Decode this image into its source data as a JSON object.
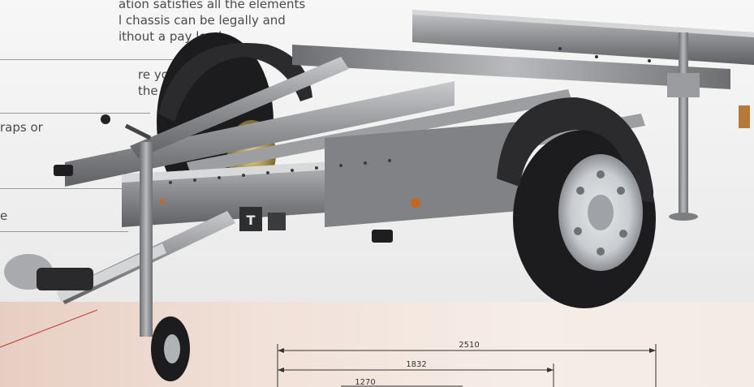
{
  "callouts": [
    {
      "line1": "ation satisfies all the elements",
      "line2": "l chassis can be legally and",
      "line3": "ithout a pay load"
    },
    {
      "line1": "re your generator or",
      "line2": "the chassis with ease"
    },
    {
      "line1": "raps or"
    },
    {
      "line1": "e"
    }
  ],
  "dimensions": {
    "overall": "2510",
    "middle": "1832",
    "inner": "1270"
  },
  "colors": {
    "chassis_steel": "#8e9093",
    "fender": "#2b2b2e",
    "tyre": "#1c1c1e",
    "wheel_rim": "#c9ccd0",
    "amber_reflector": "#c7671d",
    "laser_line": "#c24040"
  }
}
